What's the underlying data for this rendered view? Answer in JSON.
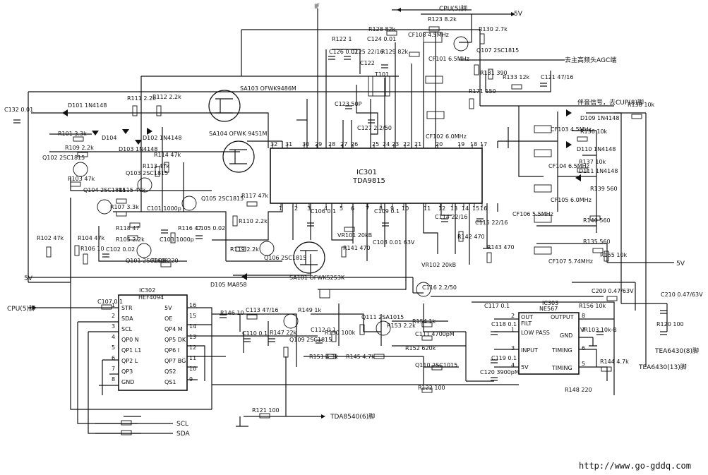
{
  "ic_main": {
    "ref": "IC301",
    "part": "TDA9815"
  },
  "ic_bus": {
    "ref": "IC302",
    "part": "HEF4094"
  },
  "ic_ne": {
    "ref": "IC303",
    "part": "NE567"
  },
  "pins_main_top": [
    "32",
    "31",
    "30",
    "29",
    "28",
    "27",
    "26",
    "25",
    "24",
    "23",
    "22",
    "21",
    "20",
    "19",
    "18",
    "17"
  ],
  "pins_main_bottom": [
    "1",
    "2",
    "3",
    "4",
    "5",
    "6",
    "7",
    "8",
    "9",
    "10",
    "11",
    "12",
    "13",
    "14",
    "15",
    "16"
  ],
  "pins_bus_left": [
    "STR",
    "SDA",
    "SCL",
    "QP0 N",
    "QP1 L1",
    "QP2 L",
    "QP3",
    "GND"
  ],
  "pins_bus_left_num": [
    "1",
    "2",
    "3",
    "4",
    "5",
    "6",
    "7",
    "8"
  ],
  "pins_bus_right": [
    "5V",
    "OE",
    "QP4 M",
    "QP5 DK",
    "QP6 I",
    "QP7 BG",
    "QS2",
    "QS1"
  ],
  "pins_bus_right_num": [
    "16",
    "15",
    "14",
    "13",
    "12",
    "11",
    "10",
    "9"
  ],
  "ne_pins": {
    "out": "OUT",
    "out_v": "FILT",
    "lowpass": "LOW PASS",
    "input": "INPUT",
    "v5": "5V",
    "output": "OUTPUT",
    "gnd": "GND",
    "timing1": "TIMING",
    "timing2": "TIMING"
  },
  "net_labels": {
    "cpu5_top": "CPU(5)脚",
    "v5_top": "5V",
    "agc": "去主高频头AGC端",
    "soundout": "伴音信号，去CUP(8)脚",
    "v5_right": "5V",
    "v5_left": "5V",
    "cpu5_left": "CPU(5)脚",
    "if": "IF",
    "tea8": "TEA6430(8)脚",
    "tea13": "TEA6430(13)脚",
    "tda6": "TDA8540(6)脚",
    "scl": "SCL",
    "sda": "SDA"
  },
  "components": [
    {
      "ref": "R123 8.2k"
    },
    {
      "ref": "R128 82k"
    },
    {
      "ref": "CF108 4.5MHz"
    },
    {
      "ref": "R130 2.7k"
    },
    {
      "ref": "R122 1"
    },
    {
      "ref": "C124 0.01"
    },
    {
      "ref": "C126 0.02"
    },
    {
      "ref": "C125 22/16"
    },
    {
      "ref": "R129 82k"
    },
    {
      "ref": "C122"
    },
    {
      "ref": "T101"
    },
    {
      "ref": "Q107 2SC1815"
    },
    {
      "ref": "CF101 6.5MHz"
    },
    {
      "ref": "R131 390"
    },
    {
      "ref": "R133 12k"
    },
    {
      "ref": "C121 47/16"
    },
    {
      "ref": "R171 150"
    },
    {
      "ref": "CF102 6.0MHz"
    },
    {
      "ref": "C132 0.01"
    },
    {
      "ref": "D101 1N4148"
    },
    {
      "ref": "R111 2.2k"
    },
    {
      "ref": "R112 2.2k"
    },
    {
      "ref": "SA103 OFWK9486M"
    },
    {
      "ref": "SA104 OFWK 9451M"
    },
    {
      "ref": "R101 3.3k"
    },
    {
      "ref": "R109 2.2k"
    },
    {
      "ref": "D104"
    },
    {
      "ref": "D102 1N4148"
    },
    {
      "ref": "D103 1N4148"
    },
    {
      "ref": "R114 47k"
    },
    {
      "ref": "Q102 2SC1815"
    },
    {
      "ref": "Q103 2SC1815"
    },
    {
      "ref": "R113 47k"
    },
    {
      "ref": "R103 47k"
    },
    {
      "ref": "Q104 2SC1815"
    },
    {
      "ref": "R115 47k"
    },
    {
      "ref": "R107 3.3k"
    },
    {
      "ref": "C101 1000p"
    },
    {
      "ref": "Q105 2SC1815"
    },
    {
      "ref": "R118 47"
    },
    {
      "ref": "R105 2.2k"
    },
    {
      "ref": "C103 1000p"
    },
    {
      "ref": "R116 47"
    },
    {
      "ref": "C105 0.02"
    },
    {
      "ref": "R102 47k"
    },
    {
      "ref": "R104 47k"
    },
    {
      "ref": "R106 10"
    },
    {
      "ref": "C102 0.02"
    },
    {
      "ref": "Q101 2SC1608"
    },
    {
      "ref": "R108 220"
    },
    {
      "ref": "R117 47k"
    },
    {
      "ref": "R110 2.2k"
    },
    {
      "ref": "R119 2.2k"
    },
    {
      "ref": "Q106 2SC1815"
    },
    {
      "ref": "D105 MA858"
    },
    {
      "ref": "SA101 OFWK5253K"
    },
    {
      "ref": "C106 0.1"
    },
    {
      "ref": "VR101 20kB"
    },
    {
      "ref": "R141 470"
    },
    {
      "ref": "C108 0.01 63V"
    },
    {
      "ref": "C109 0.1"
    },
    {
      "ref": "C114 22/16"
    },
    {
      "ref": "C115 22/16"
    },
    {
      "ref": "R142 470"
    },
    {
      "ref": "R143 470"
    },
    {
      "ref": "VR102 20kB"
    },
    {
      "ref": "C123 50P"
    },
    {
      "ref": "C127 2.2/50"
    },
    {
      "ref": "CF103 4.5MHz"
    },
    {
      "ref": "CF104 6.5MHz"
    },
    {
      "ref": "CF105 6.0MHz"
    },
    {
      "ref": "CF106 5.5MHz"
    },
    {
      "ref": "CF107 5.74MHz"
    },
    {
      "ref": "D109 1N4148"
    },
    {
      "ref": "R136 10k"
    },
    {
      "ref": "D110 1N4148"
    },
    {
      "ref": "R137 10k"
    },
    {
      "ref": "D111 1N4148"
    },
    {
      "ref": "R139 560"
    },
    {
      "ref": "R140 560"
    },
    {
      "ref": "R135 560"
    },
    {
      "ref": "R138 10k"
    },
    {
      "ref": "R155 10k"
    },
    {
      "ref": "C209 0.47/63V"
    },
    {
      "ref": "C210 0.47/63V"
    },
    {
      "ref": "R120 100"
    },
    {
      "ref": "C107 0.1"
    },
    {
      "ref": "R146 10"
    },
    {
      "ref": "C113 47/16"
    },
    {
      "ref": "C110 0.1"
    },
    {
      "ref": "R147 22k"
    },
    {
      "ref": "Q109 2SC1815"
    },
    {
      "ref": "R149 1k"
    },
    {
      "ref": "C112 0.1"
    },
    {
      "ref": "R150 100k"
    },
    {
      "ref": "Q111 2SA1015"
    },
    {
      "ref": "R153 2.2k"
    },
    {
      "ref": "R154 1k"
    },
    {
      "ref": "C111 4700pM"
    },
    {
      "ref": "R152 620k"
    },
    {
      "ref": "R151 4.3k"
    },
    {
      "ref": "R145 4.7k"
    },
    {
      "ref": "Q110 2SC1015"
    },
    {
      "ref": "C116 2.2/50"
    },
    {
      "ref": "C117 0.1"
    },
    {
      "ref": "C118 0.1"
    },
    {
      "ref": "C119 0.1"
    },
    {
      "ref": "C120 3900pM"
    },
    {
      "ref": "R156 10k"
    },
    {
      "ref": "VR103 10k-B"
    },
    {
      "ref": "R144 4.7k"
    },
    {
      "ref": "R148 220"
    },
    {
      "ref": "R122 100"
    },
    {
      "ref": "R121 100"
    }
  ],
  "watermark": "http://www.go-gddq.com"
}
